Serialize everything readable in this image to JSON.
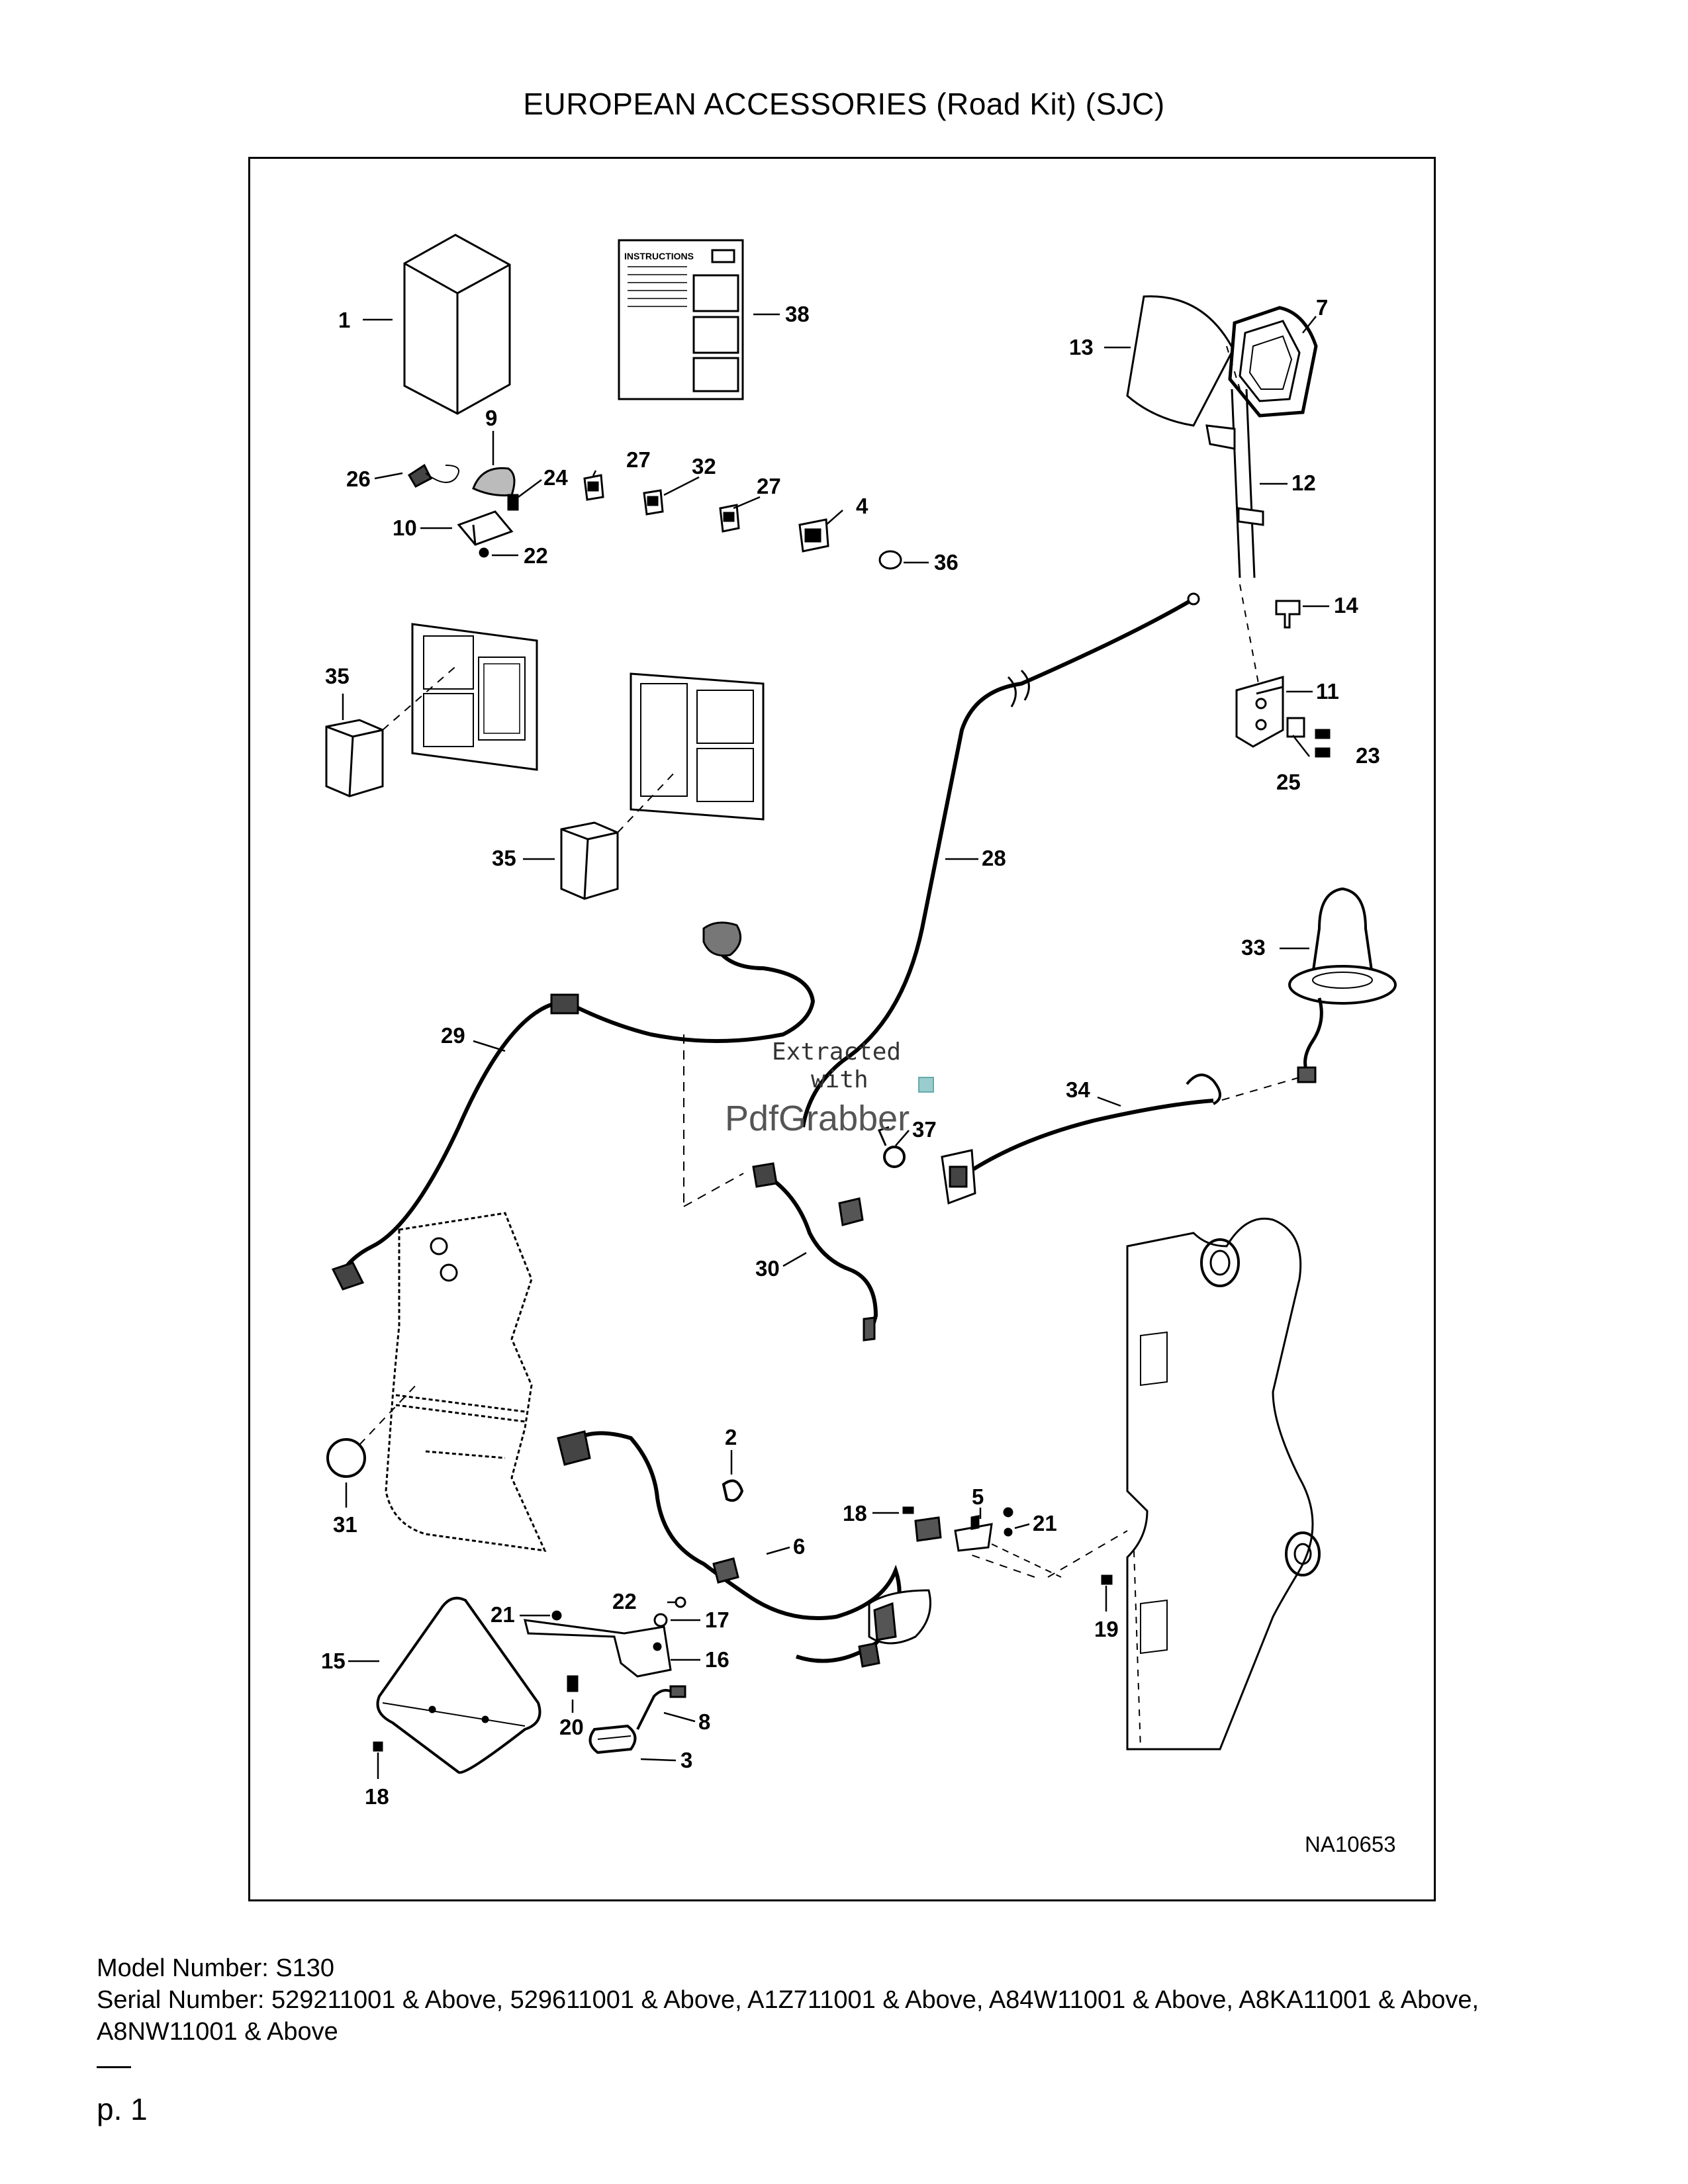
{
  "title": "EUROPEAN ACCESSORIES (Road Kit) (SJC)",
  "figure_code": "NA10653",
  "watermark": {
    "line1": "Extracted",
    "line2": "with",
    "line3": "PdfGrabber"
  },
  "callouts": {
    "c1": "1",
    "c38": "38",
    "c13": "13",
    "c7": "7",
    "c9": "9",
    "c26": "26",
    "c24": "24",
    "c10": "10",
    "c22a": "22",
    "c27a": "27",
    "c32": "32",
    "c27b": "27",
    "c4": "4",
    "c36": "36",
    "c12": "12",
    "c14": "14",
    "c11": "11",
    "c23": "23",
    "c25": "25",
    "c35a": "35",
    "c35b": "35",
    "c28": "28",
    "c33": "33",
    "c29": "29",
    "c34": "34",
    "c37": "37",
    "c30": "30",
    "c2": "2",
    "c31": "31",
    "c6": "6",
    "c18a": "18",
    "c5": "5",
    "c21a": "21",
    "c21b": "21",
    "c22b": "22",
    "c17": "17",
    "c16": "16",
    "c15": "15",
    "c8": "8",
    "c20": "20",
    "c3": "3",
    "c18b": "18",
    "c19": "19"
  },
  "instruction_sheet_label": "INSTRUCTIONS",
  "footer": {
    "model": "Model Number: S130",
    "serial": "Serial Number: 529211001 & Above, 529611001 & Above, A1Z711001 & Above, A84W11001 & Above, A8KA11001 & Above, A8NW11001 & Above"
  },
  "page_number": "p. 1"
}
